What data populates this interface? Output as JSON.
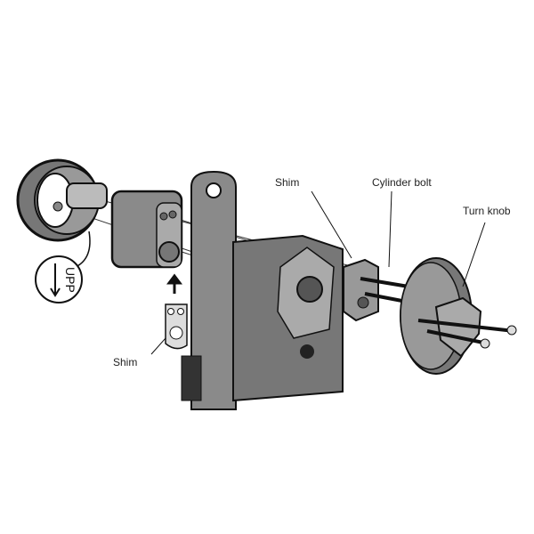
{
  "labels": {
    "shim_right": "Shim",
    "cylinder_bolt": "Cylinder bolt",
    "turn_knob": "Turn knob",
    "shim_left": "Shim",
    "upp_marking": "UPP"
  },
  "colors": {
    "part_fill": "#8a8a8a",
    "part_dark": "#555555",
    "outline": "#111111"
  }
}
